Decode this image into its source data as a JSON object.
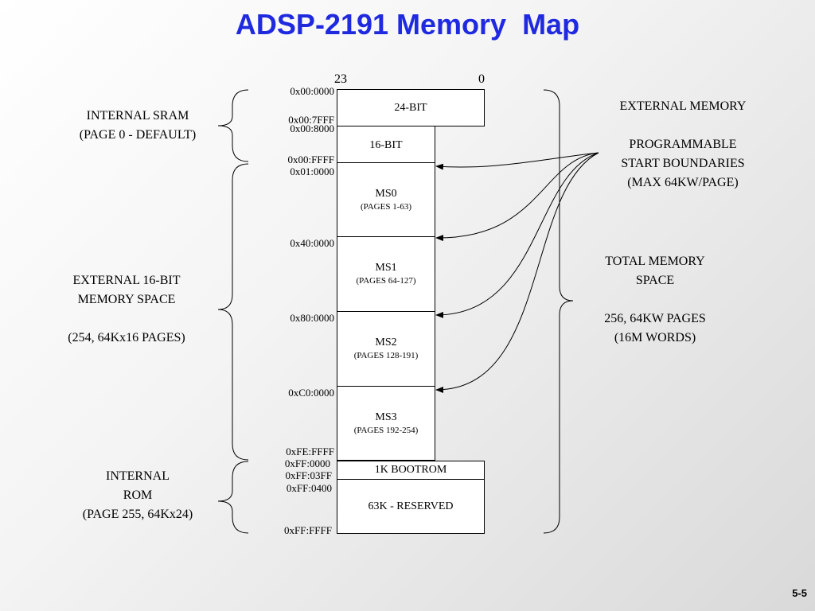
{
  "title": "ADSP-2191 Memory  Map",
  "slide_number": "5-5",
  "bit_labels": {
    "msb": "23",
    "lsb": "0"
  },
  "blocks": {
    "b24bit": {
      "name": "24-BIT",
      "sub": ""
    },
    "b16bit": {
      "name": "16-BIT",
      "sub": ""
    },
    "ms0": {
      "name": "MS0",
      "sub": "(PAGES 1-63)"
    },
    "ms1": {
      "name": "MS1",
      "sub": "(PAGES 64-127)"
    },
    "ms2": {
      "name": "MS2",
      "sub": "(PAGES 128-191)"
    },
    "ms3": {
      "name": "MS3",
      "sub": "(PAGES 192-254)"
    },
    "bootrom": {
      "name": "1K BOOTROM",
      "sub": ""
    },
    "reserved": {
      "name": "63K - RESERVED",
      "sub": ""
    }
  },
  "addresses": {
    "a000000": "0x00:0000",
    "a007fff": "0x00:7FFF",
    "a008000": "0x00:8000",
    "a00ffff": "0x00:FFFF",
    "a010000": "0x01:0000",
    "a400000": "0x40:0000",
    "a800000": "0x80:0000",
    "ac00000": "0xC0:0000",
    "afeffff": "0xFE:FFFF",
    "aff0000": "0xFF:0000",
    "aff03ff": "0xFF:03FF",
    "aff0400": "0xFF:0400",
    "affffff": "0xFF:FFFF"
  },
  "left_labels": {
    "sram": [
      "INTERNAL SRAM",
      "(PAGE 0 -  DEFAULT)"
    ],
    "ext16": [
      "EXTERNAL 16-BIT",
      "MEMORY SPACE",
      "",
      "(254,  64Kx16 PAGES)"
    ],
    "rom": [
      "INTERNAL",
      "ROM",
      "(PAGE 255, 64Kx24)"
    ]
  },
  "right_labels": {
    "external": [
      "EXTERNAL MEMORY",
      "",
      "PROGRAMMABLE",
      "START BOUNDARIES",
      "(MAX 64KW/PAGE)"
    ],
    "total": [
      "TOTAL MEMORY",
      "SPACE",
      "",
      "256, 64KW PAGES",
      "(16M WORDS)"
    ]
  }
}
